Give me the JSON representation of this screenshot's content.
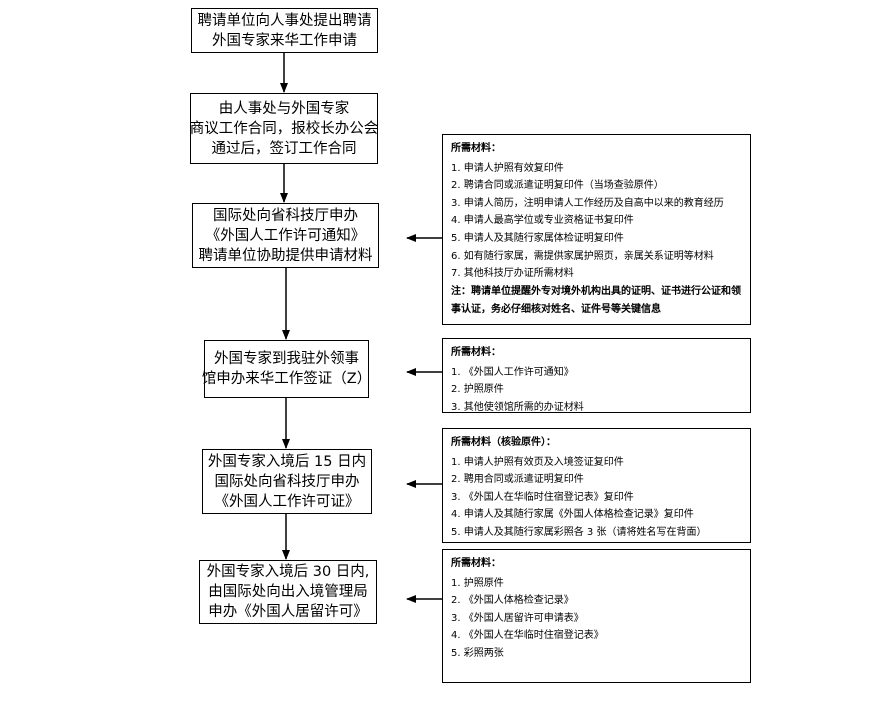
{
  "steps": [
    {
      "lines": [
        "聘请单位向人事处提出聘请",
        "外国专家来华工作申请"
      ]
    },
    {
      "lines": [
        "由人事处与外国专家",
        "商议工作合同，报校长办公会",
        "通过后，签订工作合同"
      ]
    },
    {
      "lines": [
        "国际处向省科技厅申办",
        "《外国人工作许可通知》",
        "聘请单位协助提供申请材料"
      ]
    },
    {
      "lines": [
        "外国专家到我驻外领事",
        "馆申办来华工作签证（Z）"
      ]
    },
    {
      "lines": [
        "外国专家入境后 15 日内",
        "国际处向省科技厅申办",
        "《外国人工作许可证》"
      ]
    },
    {
      "lines": [
        "外国专家入境后 30 日内,",
        "由国际处向出入境管理局",
        "申办《外国人居留许可》"
      ]
    }
  ],
  "materials": [
    {
      "title": "所需材料：",
      "items": [
        "1. 申请人护照有效复印件",
        "2. 聘请合同或派遣证明复印件（当场查验原件）",
        "3. 申请人简历，注明申请人工作经历及自高中以来的教育经历",
        "4. 申请人最高学位或专业资格证书复印件",
        "5. 申请人及其随行家属体检证明复印件",
        "6. 如有随行家属，需提供家属护照页，亲属关系证明等材料",
        "7. 其他科技厅办证所需材料"
      ],
      "note": "注：聘请单位提醒外专对境外机构出具的证明、证书进行公证和领事认证，务必仔细核对姓名、证件号等关键信息"
    },
    {
      "title": "所需材料：",
      "items": [
        "1. 《外国人工作许可通知》",
        "2. 护照原件",
        "3. 其他使领馆所需的办证材料"
      ]
    },
    {
      "title": "所需材料（核验原件）：",
      "items": [
        "1. 申请人护照有效页及入境签证复印件",
        "2. 聘用合同或派遣证明复印件",
        "3. 《外国人在华临时住宿登记表》复印件",
        "4. 申请人及其随行家属《外国人体格检查记录》复印件",
        "5. 申请人及其随行家属彩照各 3 张（请将姓名写在背面）"
      ]
    },
    {
      "title": "所需材料：",
      "items": [
        "1. 护照原件",
        "2. 《外国人体格检查记录》",
        "3. 《外国人居留许可申请表》",
        "4. 《外国人在华临时住宿登记表》",
        "5. 彩照两张"
      ]
    }
  ],
  "colors": {
    "stroke": "#000000",
    "background": "#ffffff"
  }
}
